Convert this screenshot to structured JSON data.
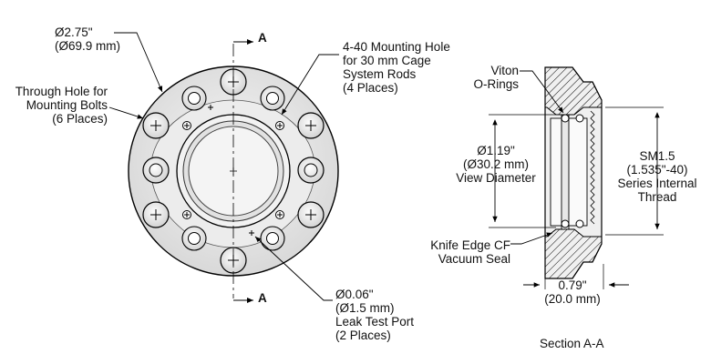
{
  "front_view": {
    "outer_diameter": [
      "Ø2.75\"",
      "(Ø69.9 mm)"
    ],
    "through_hole": [
      "Through Hole for",
      "Mounting Bolts",
      "(6 Places)"
    ],
    "mounting_hole": [
      "4-40 Mounting Hole",
      "for 30 mm Cage",
      "System Rods",
      "(4 Places)"
    ],
    "leak_port": [
      "Ø0.06\"",
      "(Ø1.5 mm)",
      "Leak Test Port",
      "(2 Places)"
    ],
    "section_marker_top": "A",
    "section_marker_bottom": "A"
  },
  "section_view": {
    "title": "Section A-A",
    "oring": [
      "Viton",
      "O-Rings"
    ],
    "view_diameter": [
      "Ø1.19\"",
      "(Ø30.2 mm)",
      "View Diameter"
    ],
    "thread": [
      "SM1.5",
      "(1.535\"-40)",
      "Series Internal",
      "Thread"
    ],
    "seal": [
      "Knife Edge CF",
      "Vacuum Seal"
    ],
    "thickness": [
      "0.79\"",
      "(20.0 mm)"
    ]
  }
}
